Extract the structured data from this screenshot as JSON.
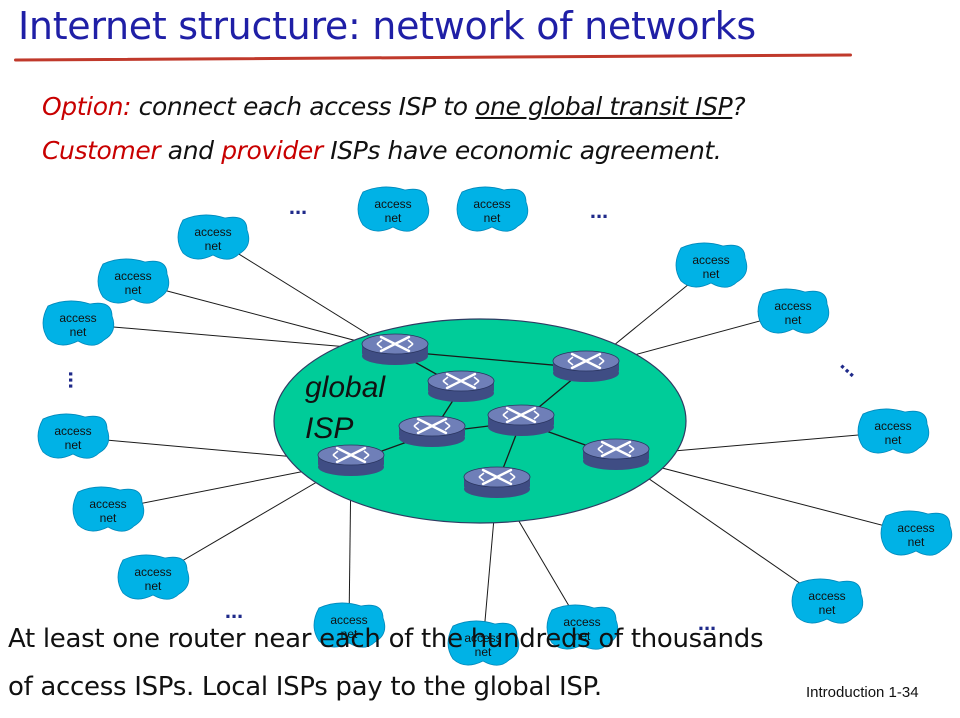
{
  "title": "Internet structure: network of networks",
  "option_line": {
    "label": "Option:",
    "text_before": " connect each access ISP to ",
    "underlined": "one global transit ISP",
    "text_after": "?"
  },
  "agreement_line": {
    "customer": "Customer",
    "and": " and ",
    "provider": "provider",
    "rest": " ISPs have economic agreement."
  },
  "diagram": {
    "core_label_1": "global",
    "core_label_2": "ISP",
    "access_label_1": "access",
    "access_label_2": "net",
    "ellipsis": "..."
  },
  "bottom_text": {
    "line1": "At least one router near each of the hundreds of thousands",
    "line2": "of access ISPs. Local ISPs pay to the global ISP."
  },
  "footer": "Introduction 1-34",
  "colors": {
    "title": "#1f1fa6",
    "highlight": "#c80000",
    "underline": "#c0392b",
    "core": "#00cc99",
    "access_cloud": "#00b2e6",
    "router": "#6f7fb8"
  }
}
